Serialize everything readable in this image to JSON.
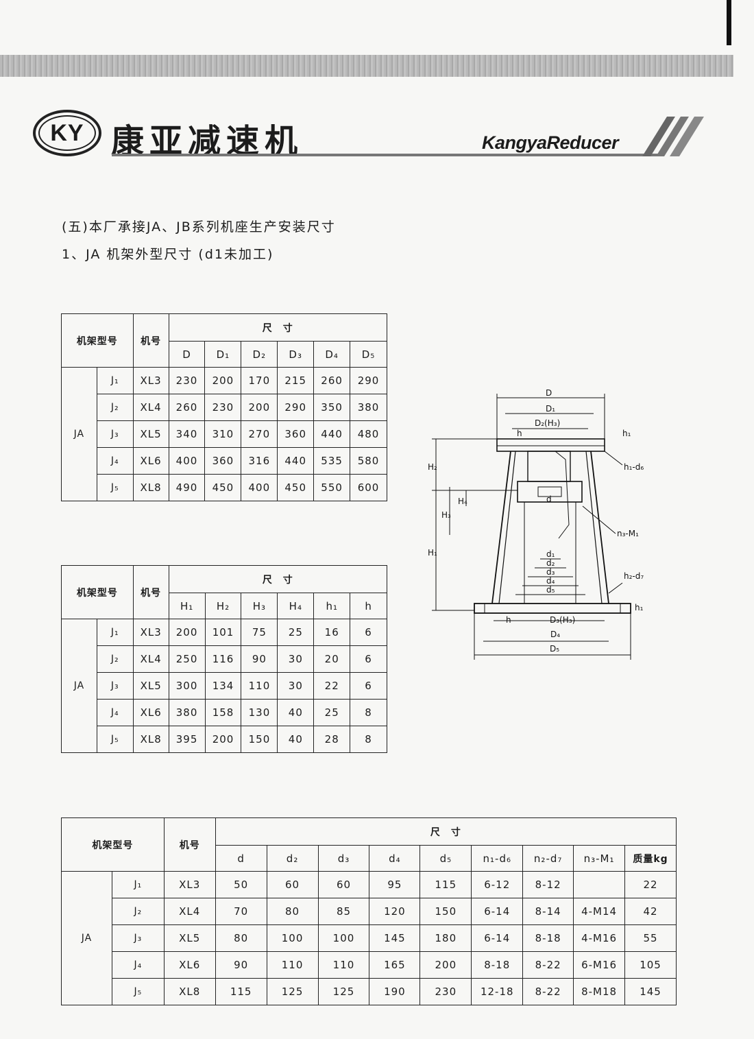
{
  "brand": {
    "logo": "KY",
    "name_cn": "康亚减速机",
    "name_en": "KangyaReducer"
  },
  "headings": {
    "section": "(五)本厂承接JA、JB系列机座生产安装尺寸",
    "sub": "1、JA 机架外型尺寸 (d1未加工)"
  },
  "table1": {
    "col_frame": "机架型号",
    "col_model": "机号",
    "col_dims": "尺　寸",
    "frame_type": "JA",
    "headers": [
      "D",
      "D₁",
      "D₂",
      "D₃",
      "D₄",
      "D₅"
    ],
    "rows": [
      {
        "frame": "J₁",
        "model": "XL3",
        "values": [
          "230",
          "200",
          "170",
          "215",
          "260",
          "290"
        ]
      },
      {
        "frame": "J₂",
        "model": "XL4",
        "values": [
          "260",
          "230",
          "200",
          "290",
          "350",
          "380"
        ]
      },
      {
        "frame": "J₃",
        "model": "XL5",
        "values": [
          "340",
          "310",
          "270",
          "360",
          "440",
          "480"
        ]
      },
      {
        "frame": "J₄",
        "model": "XL6",
        "values": [
          "400",
          "360",
          "316",
          "440",
          "535",
          "580"
        ]
      },
      {
        "frame": "J₅",
        "model": "XL8",
        "values": [
          "490",
          "450",
          "400",
          "450",
          "550",
          "600"
        ]
      }
    ]
  },
  "table2": {
    "col_frame": "机架型号",
    "col_model": "机号",
    "col_dims": "尺　寸",
    "frame_type": "JA",
    "headers": [
      "H₁",
      "H₂",
      "H₃",
      "H₄",
      "h₁",
      "h"
    ],
    "rows": [
      {
        "frame": "J₁",
        "model": "XL3",
        "values": [
          "200",
          "101",
          "75",
          "25",
          "16",
          "6"
        ]
      },
      {
        "frame": "J₂",
        "model": "XL4",
        "values": [
          "250",
          "116",
          "90",
          "30",
          "20",
          "6"
        ]
      },
      {
        "frame": "J₃",
        "model": "XL5",
        "values": [
          "300",
          "134",
          "110",
          "30",
          "22",
          "6"
        ]
      },
      {
        "frame": "J₄",
        "model": "XL6",
        "values": [
          "380",
          "158",
          "130",
          "40",
          "25",
          "8"
        ]
      },
      {
        "frame": "J₅",
        "model": "XL8",
        "values": [
          "395",
          "200",
          "150",
          "40",
          "28",
          "8"
        ]
      }
    ]
  },
  "table3": {
    "col_frame": "机架型号",
    "col_model": "机号",
    "col_dims": "尺　寸",
    "frame_type": "JA",
    "headers": [
      "d",
      "d₂",
      "d₃",
      "d₄",
      "d₅",
      "n₁-d₆",
      "n₂-d₇",
      "n₃-M₁",
      "质量kg"
    ],
    "rows": [
      {
        "frame": "J₁",
        "model": "XL3",
        "values": [
          "50",
          "60",
          "60",
          "95",
          "115",
          "6-12",
          "8-12",
          "",
          "22"
        ]
      },
      {
        "frame": "J₂",
        "model": "XL4",
        "values": [
          "70",
          "80",
          "85",
          "120",
          "150",
          "6-14",
          "8-14",
          "4-M14",
          "42"
        ]
      },
      {
        "frame": "J₃",
        "model": "XL5",
        "values": [
          "80",
          "100",
          "100",
          "145",
          "180",
          "6-14",
          "8-18",
          "4-M16",
          "55"
        ]
      },
      {
        "frame": "J₄",
        "model": "XL6",
        "values": [
          "90",
          "110",
          "110",
          "165",
          "200",
          "8-18",
          "8-22",
          "6-M16",
          "105"
        ]
      },
      {
        "frame": "J₅",
        "model": "XL8",
        "values": [
          "115",
          "125",
          "125",
          "190",
          "230",
          "12-18",
          "8-22",
          "8-M18",
          "145"
        ]
      }
    ]
  },
  "diagram": {
    "labels": {
      "D": "D",
      "D1": "D₁",
      "D2H3": "D₂(H₃)",
      "h1": "h₁",
      "h_top": "h",
      "h1d6": "h₁-d₆",
      "H2": "H₂",
      "H4": "H₄",
      "H3": "H₃",
      "H1": "H₁",
      "d": "d",
      "n3M1": "n₃-M₁",
      "d1": "d₁",
      "d2": "d₂",
      "d3": "d₃",
      "d4": "d₄",
      "d5": "d₅",
      "h2d7": "h₂-d₇",
      "h1_bot": "h₁",
      "h_bot": "h",
      "D3H3": "D₃(H₃)",
      "D4": "D₄",
      "D5": "D₅"
    }
  }
}
